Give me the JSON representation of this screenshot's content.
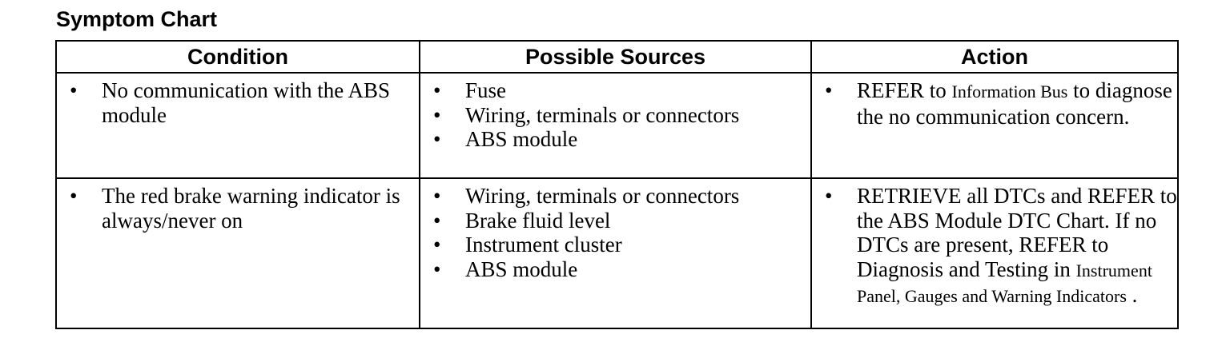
{
  "title": "Symptom Chart",
  "headers": {
    "condition": "Condition",
    "sources": "Possible Sources",
    "action": "Action"
  },
  "rows": [
    {
      "condition": "No communication with the ABS module",
      "sources": [
        "Fuse",
        "Wiring, terminals or connectors",
        "ABS module"
      ],
      "action": {
        "p1": "REFER to ",
        "ref1": "Information Bus",
        "p2": " to diagnose the no communication concern."
      }
    },
    {
      "condition": "The red brake warning indicator is always/never on",
      "sources": [
        "Wiring, terminals or connectors",
        "Brake fluid level",
        "Instrument cluster",
        "ABS module"
      ],
      "action": {
        "p1": "RETRIEVE all DTCs and REFER to the ABS Module DTC Chart. If no DTCs are present, REFER to Diagnosis and Testing in ",
        "ref1": "Instrument Panel, Gauges and Warning Indicators",
        "p2": " ."
      }
    }
  ],
  "bullet_glyph": "•"
}
